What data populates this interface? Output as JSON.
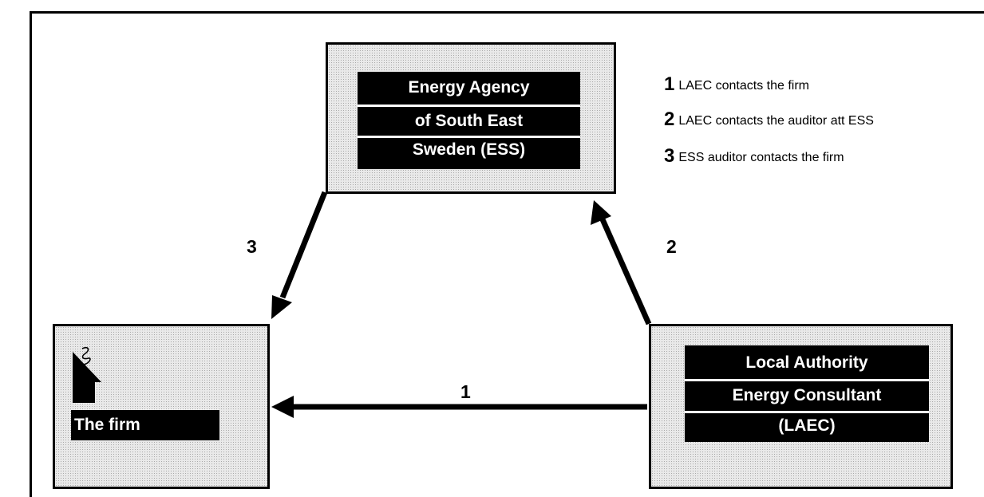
{
  "nodes": {
    "ess": {
      "lines": [
        "Energy Agency",
        "of South East",
        "Sweden (ESS)"
      ]
    },
    "firm": {
      "label": "The firm"
    },
    "laec": {
      "lines": [
        "Local Authority",
        "Energy Consultant",
        "(LAEC)"
      ]
    }
  },
  "arrows": [
    {
      "number": "1",
      "from": "laec",
      "to": "firm"
    },
    {
      "number": "2",
      "from": "laec",
      "to": "ess"
    },
    {
      "number": "3",
      "from": "ess",
      "to": "firm"
    }
  ],
  "legend": [
    {
      "number": "1",
      "text": "LAEC contacts the firm"
    },
    {
      "number": "2",
      "text": "LAEC contacts the auditor att ESS"
    },
    {
      "number": "3",
      "text": "ESS auditor contacts the firm"
    }
  ],
  "icons": {
    "firm": "factory-icon"
  }
}
